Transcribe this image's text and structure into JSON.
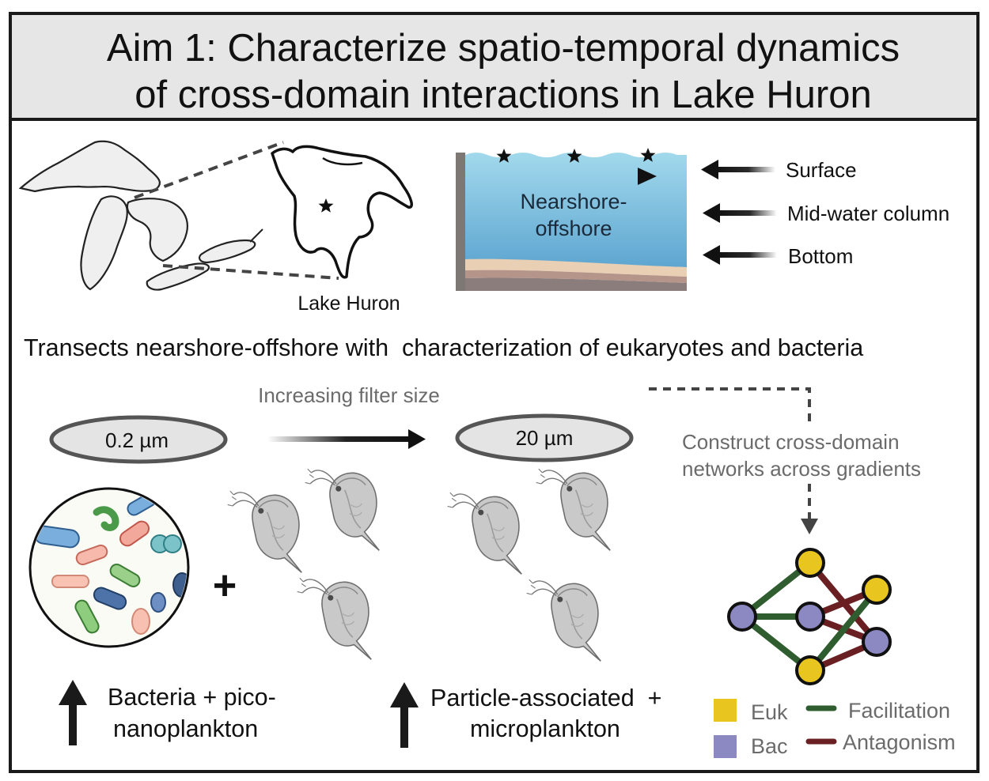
{
  "title": {
    "line1": "Aim 1: Characterize spatio-temporal dynamics",
    "line2": "of cross-domain interactions in Lake Huron"
  },
  "map": {
    "lake_label": "Lake Huron"
  },
  "water_column": {
    "gradient_label_1": "Nearshore-",
    "gradient_label_2": "offshore",
    "depths": [
      "Surface",
      "Mid-water column",
      "Bottom"
    ]
  },
  "transect_caption": "Transects nearshore-offshore with  characterization of eukaryotes and bacteria",
  "filters": {
    "direction_label": "Increasing filter size",
    "small": "0.2 µm",
    "large": "20 µm"
  },
  "network": {
    "caption_1": "Construct cross-domain",
    "caption_2": "networks across gradients",
    "legend": {
      "euk": "Euk",
      "bac": "Bac",
      "facilitation": "Facilitation",
      "antagonism": "Antagonism"
    }
  },
  "plus_sign": "+",
  "fractions": {
    "small_1": "Bacteria + pico-",
    "small_2": "nanoplankton",
    "large_1": "Particle-associated  +",
    "large_2": "microplankton"
  },
  "colors": {
    "euk": "#e9c61f",
    "bac": "#8b88c2",
    "facilitation": "#2f5d2f",
    "antagonism": "#6a1f22",
    "water_top": "#9dd6ea",
    "water_bottom": "#5fa8d3"
  }
}
